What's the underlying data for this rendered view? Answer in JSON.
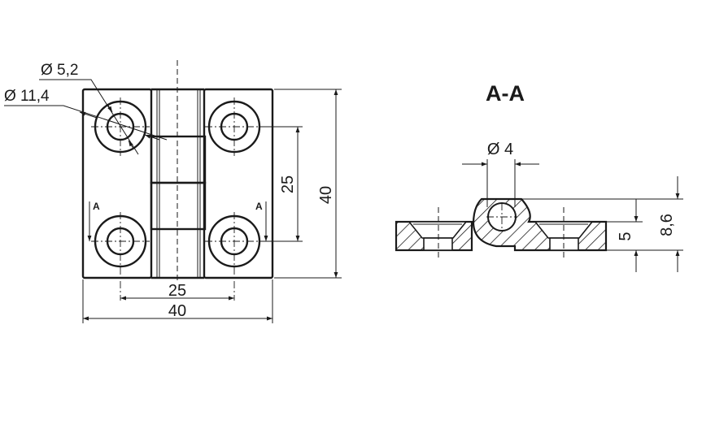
{
  "front_view": {
    "dim_hole_small": "Ø 5,2",
    "dim_hole_large": "Ø 11,4",
    "dim_vertical_pitch": "25",
    "dim_vertical_total": "40",
    "dim_horizontal_pitch": "25",
    "dim_horizontal_total": "40",
    "section_mark_left": "A",
    "section_mark_right": "A"
  },
  "section_view": {
    "title": "A-A",
    "dim_pin": "Ø 4",
    "dim_plate_thickness": "5",
    "dim_total_height": "8,6"
  }
}
